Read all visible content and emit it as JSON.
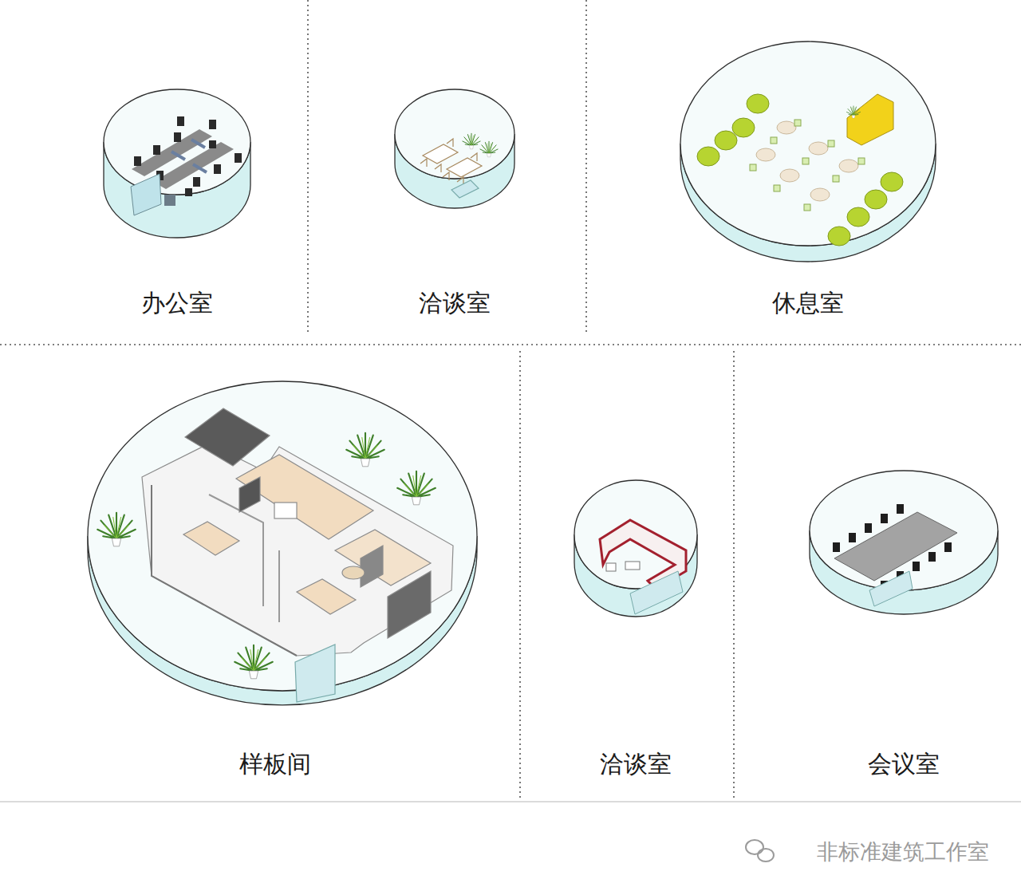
{
  "diagram": {
    "nodes": [
      {
        "text": [
          "办公室"
        ]
      },
      {
        "text": [
          "洽谈室"
        ]
      },
      {
        "text": [
          "休息室"
        ]
      },
      {
        "text": [
          "样板间"
        ]
      },
      {
        "text": [
          "洽谈室"
        ]
      },
      {
        "text": [
          "会议室"
        ]
      }
    ],
    "labels": [
      "非标准建筑工作室"
    ]
  }
}
